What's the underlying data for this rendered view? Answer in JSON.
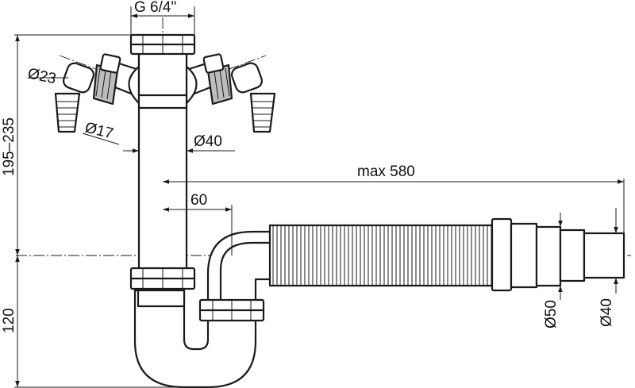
{
  "labels": {
    "thread": "G 6/4\"",
    "inlet_d23": "Ø23",
    "inlet_d17": "Ø17",
    "pipe_d40": "Ø40",
    "height_range": "195–235",
    "max_length": "max 580",
    "offset": "60",
    "height_trap": "120",
    "outlet_d50": "Ø50",
    "outlet_d40": "Ø40"
  },
  "colors": {
    "line": "#1a1a1a",
    "fill": "#ffffff",
    "nut": "#bdbdbd"
  }
}
